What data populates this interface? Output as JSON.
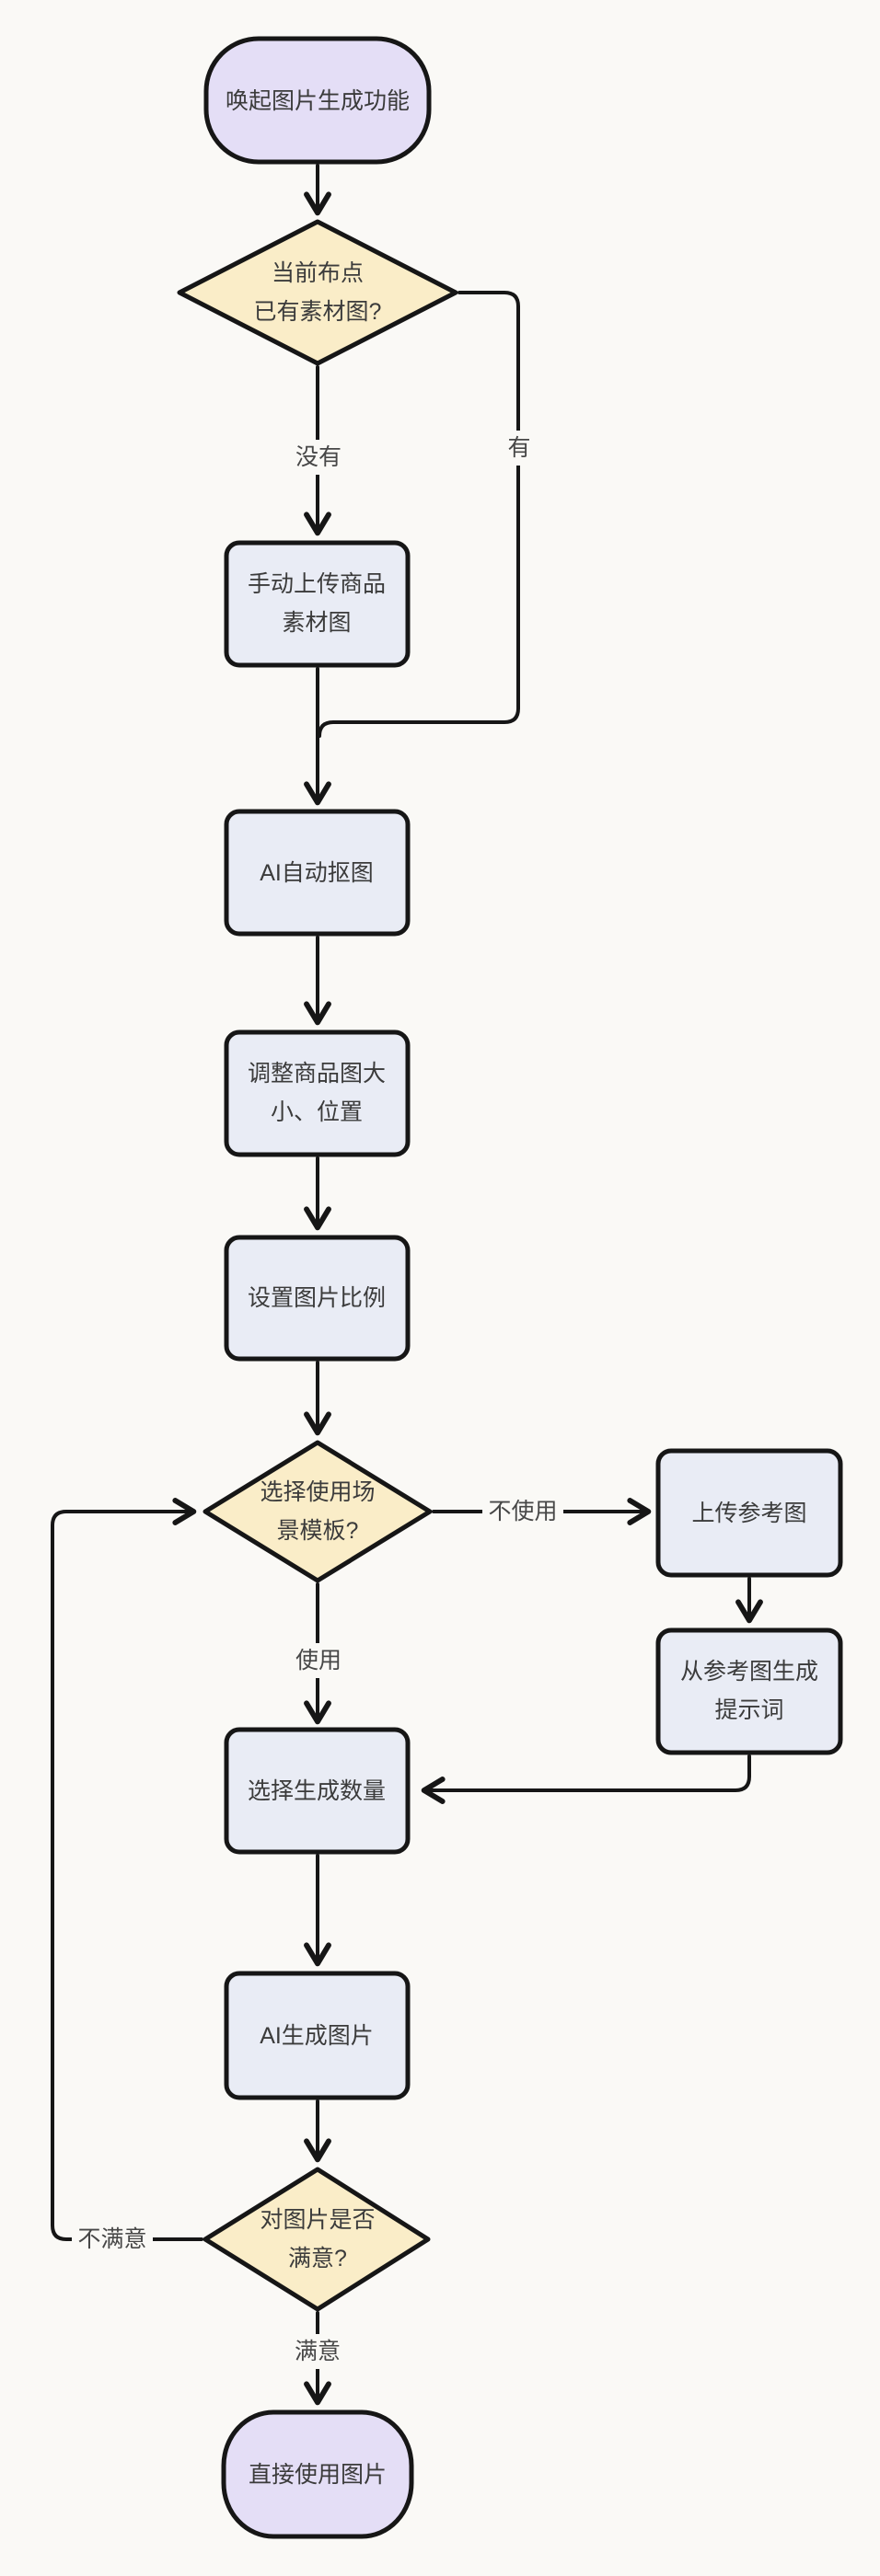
{
  "nodes": {
    "start": {
      "label": "唤起图片生成功能"
    },
    "has_material_decision": {
      "lines": [
        "当前布点",
        "已有素材图?"
      ]
    },
    "manual_upload": {
      "lines": [
        "手动上传商品",
        "素材图"
      ]
    },
    "auto_cutout": {
      "label": "AI自动抠图"
    },
    "adjust_product": {
      "lines": [
        "调整商品图大",
        "小、位置"
      ]
    },
    "set_ratio": {
      "label": "设置图片比例"
    },
    "template_decision": {
      "lines": [
        "选择使用场",
        "景模板?"
      ]
    },
    "upload_reference": {
      "label": "上传参考图"
    },
    "prompt_from_reference": {
      "lines": [
        "从参考图生成",
        "提示词"
      ]
    },
    "select_quantity": {
      "label": "选择生成数量"
    },
    "ai_generate": {
      "label": "AI生成图片"
    },
    "satisfied_decision": {
      "lines": [
        "对图片是否",
        "满意?"
      ]
    },
    "end": {
      "label": "直接使用图片"
    }
  },
  "edge_labels": {
    "no_material": "没有",
    "has_material": "有",
    "no_template": "不使用",
    "use_template": "使用",
    "not_satisfied": "不满意",
    "satisfied": "满意"
  },
  "colors": {
    "background": "#FAF9F6",
    "process_fill": "#E9ECF5",
    "decision_fill": "#FAEDC8",
    "terminal_fill": "#E4DEF6",
    "stroke": "#161616",
    "node_text": "#3B3B3B",
    "edge_label_text": "#474747"
  }
}
